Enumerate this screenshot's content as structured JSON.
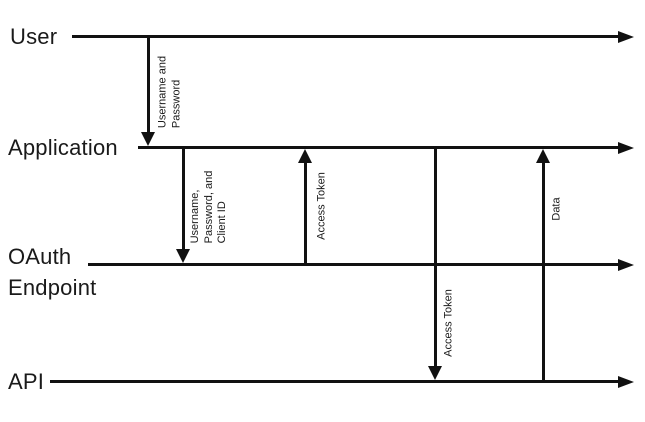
{
  "diagram": {
    "type": "sequence-diagram",
    "colors": {
      "line": "#111111",
      "text": "#1a1a1a",
      "background": "#ffffff"
    },
    "actors": [
      {
        "id": "user",
        "label": "User"
      },
      {
        "id": "application",
        "label": "Application"
      },
      {
        "id": "oauth-endpoint",
        "label": "OAuth\nEndpoint"
      },
      {
        "id": "api",
        "label": "API"
      }
    ],
    "messages": [
      {
        "from": "User",
        "to": "Application",
        "direction": "down",
        "label": "Username and\nPassword"
      },
      {
        "from": "Application",
        "to": "OAuth Endpoint",
        "direction": "down",
        "label": "Username,\nPassword, and\nClient ID"
      },
      {
        "from": "OAuth Endpoint",
        "to": "Application",
        "direction": "up",
        "label": "Access Token"
      },
      {
        "from": "Application",
        "to": "API",
        "direction": "down",
        "label": "Access Token"
      },
      {
        "from": "API",
        "to": "Application",
        "direction": "up",
        "label": "Data"
      }
    ]
  }
}
